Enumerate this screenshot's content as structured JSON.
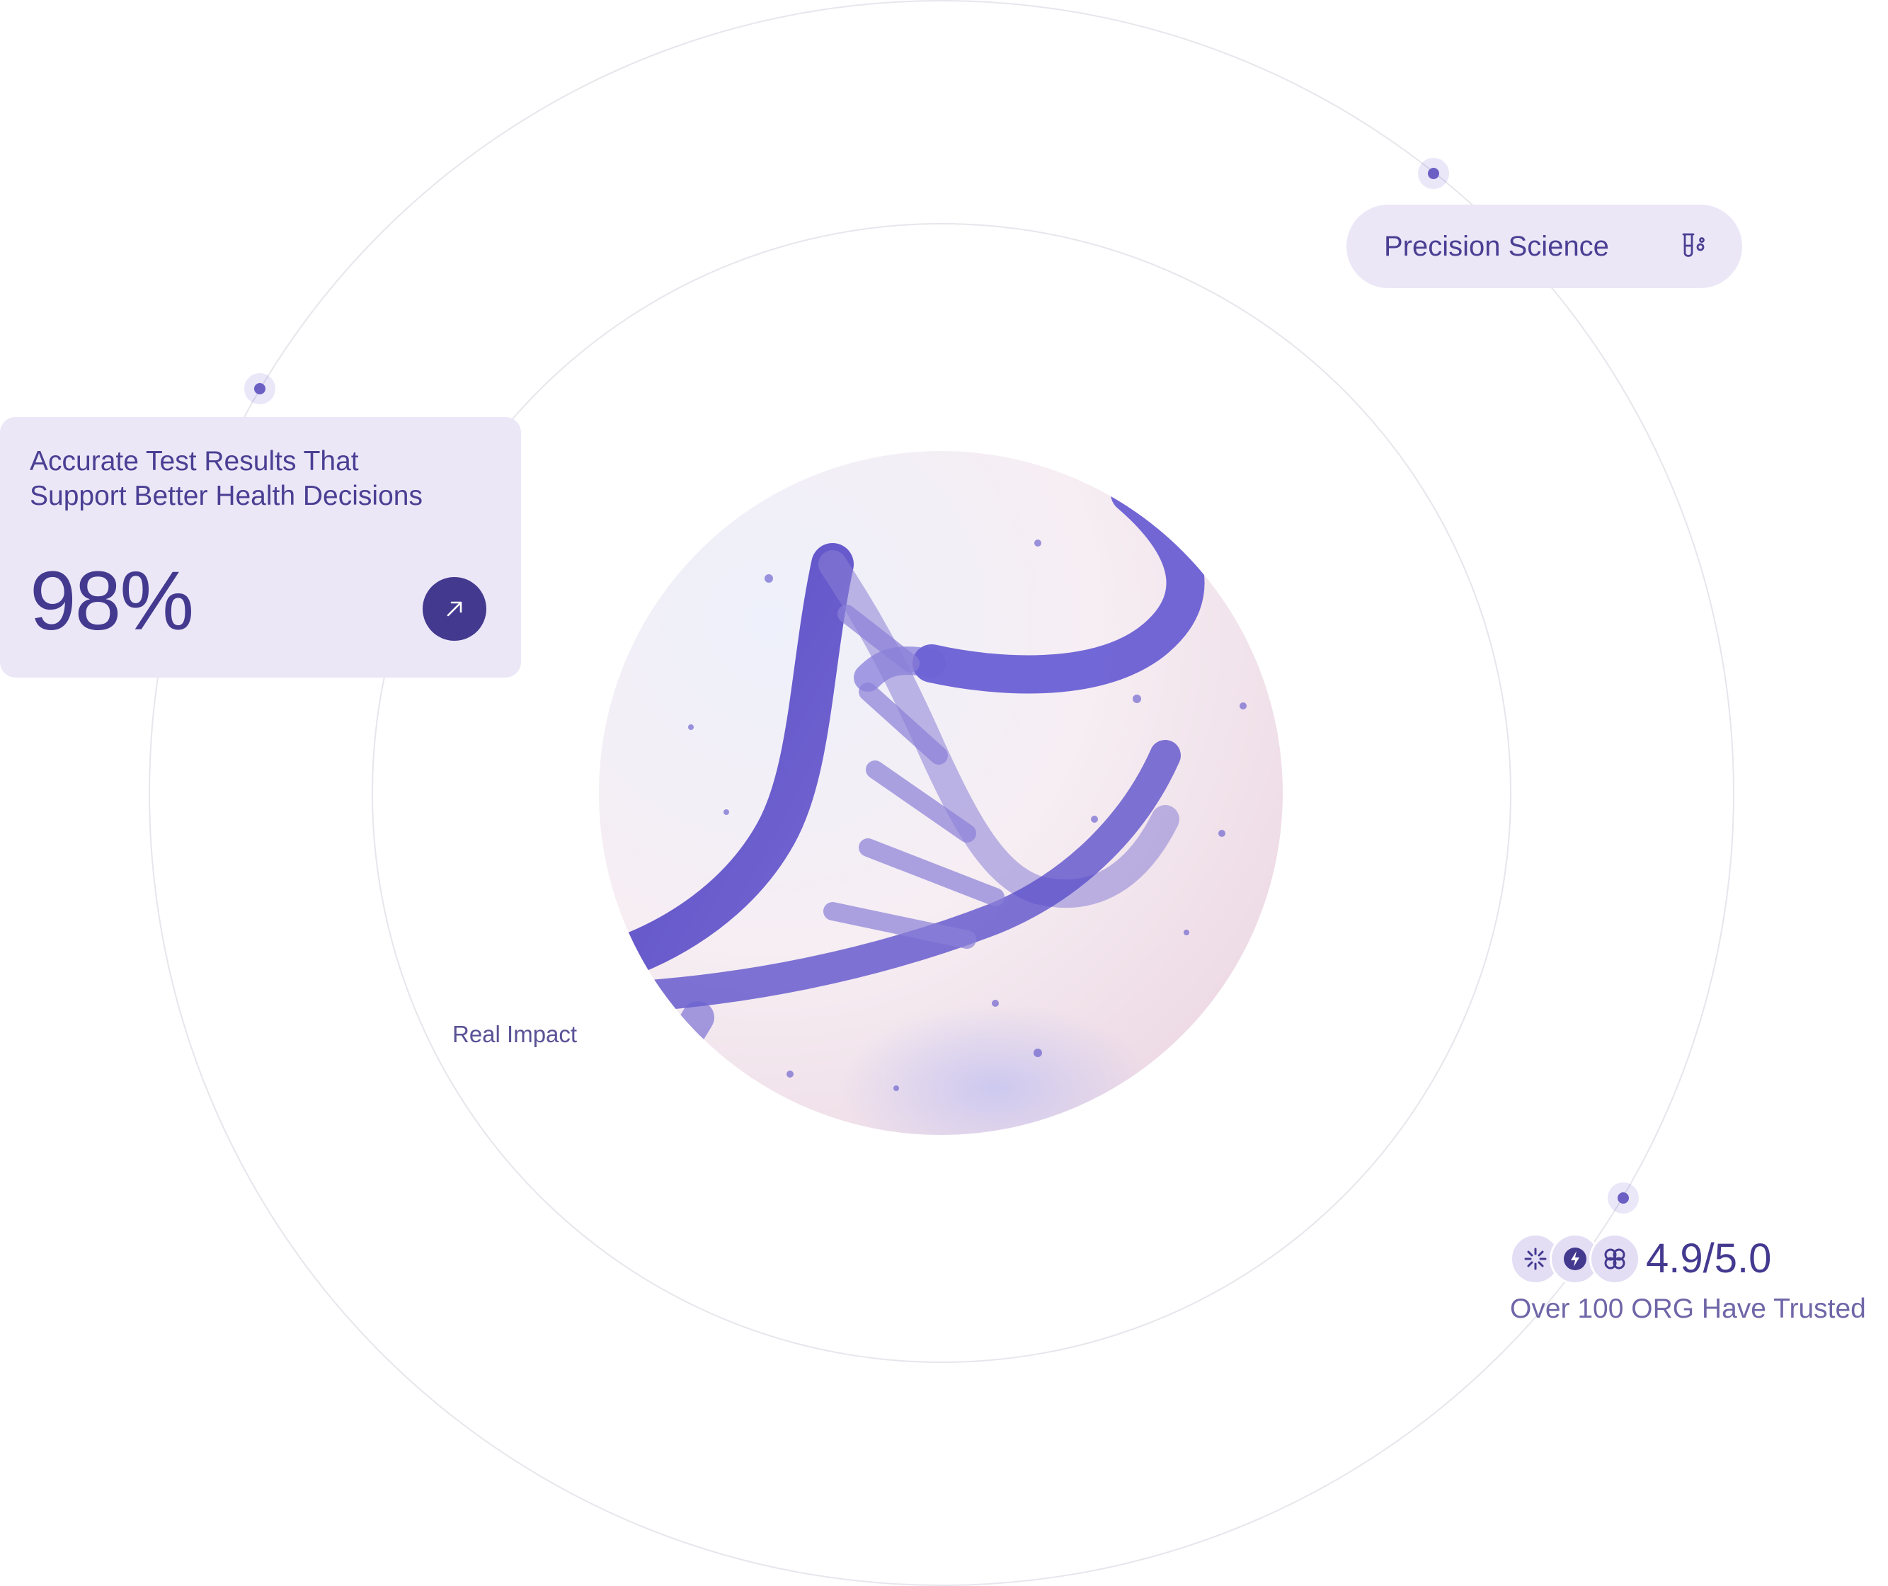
{
  "stat_card": {
    "heading_line1": "Accurate Test Results That",
    "heading_line2": "Support Better Health Decisions",
    "value": "98%",
    "arrow_icon": "arrow-up-right-icon"
  },
  "pill": {
    "label": "Precision Science",
    "icon": "test-tube-icon"
  },
  "impact_label": "Real Impact",
  "rating": {
    "score": "4.9/5.0",
    "subtitle": "Over 100 ORG Have Trusted",
    "badges": [
      "sunburst-logo-icon",
      "bolt-logo-icon",
      "knot-logo-icon"
    ]
  },
  "hero_image": "dna-helix-image",
  "colors": {
    "accent": "#43398f",
    "card_bg": "#ebe7f7",
    "ring": "#e6e6ec",
    "dot": "#6b5fc4"
  }
}
